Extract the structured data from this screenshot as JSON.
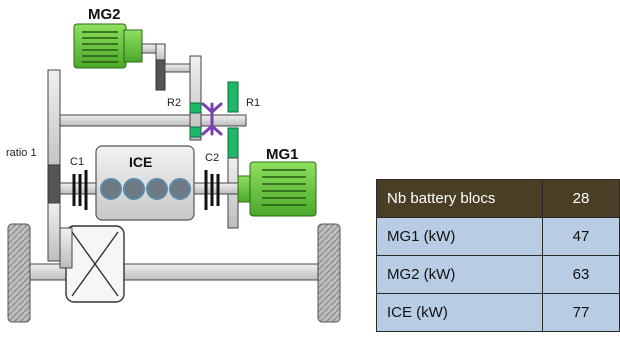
{
  "diagram": {
    "labels": {
      "mg2": "MG2",
      "mg1": "MG1",
      "ice": "ICE",
      "r1": "R1",
      "r2": "R2",
      "c1": "C1",
      "c2": "C2",
      "ratio1": "ratio 1"
    },
    "colors": {
      "motor_green": "#6ccf3a",
      "gear_green": "#1fb86a",
      "clutch_purple": "#7b3fb0",
      "shaft_grey": "#d4d4d4",
      "table_header": "#4a3f25",
      "table_body": "#b8cce4"
    }
  },
  "table": {
    "rows": [
      {
        "label": "Nb battery blocs",
        "value": "28"
      },
      {
        "label": "MG1 (kW)",
        "value": "47"
      },
      {
        "label": "MG2 (kW)",
        "value": "63"
      },
      {
        "label": "ICE (kW)",
        "value": "77"
      }
    ]
  }
}
